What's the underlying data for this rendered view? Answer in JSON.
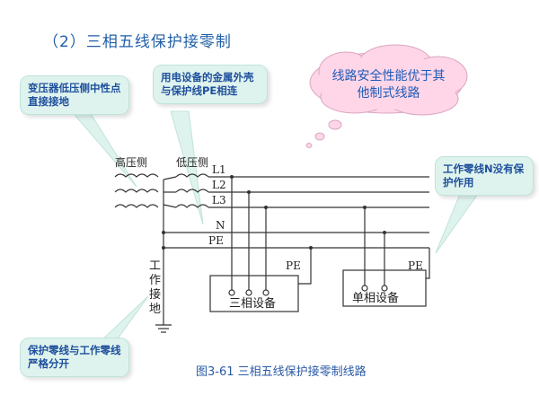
{
  "title": "（2）三相五线保护接零制",
  "callouts": {
    "neutral_ground": "变压器低压侧中性点直接接地",
    "shell_pe": "用电设备的金属外壳与保护线PE相连",
    "no_protect": "工作零线N没有保护作用",
    "separate": "保护零线与工作零线严格分开"
  },
  "cloud": "线路安全性能优于其他制式线路",
  "labels": {
    "high_side": "高压侧",
    "low_side": "低压侧",
    "l1": "L1",
    "l2": "L2",
    "l3": "L3",
    "n": "N",
    "pe": "PE",
    "work_ground": "工作接地",
    "pe_three": "PE",
    "pe_single": "PE",
    "three_phase_equipment": "三相设备",
    "single_phase_equipment": "单相设备"
  },
  "caption": "图3-61  三相五线保护接零制线路",
  "colors": {
    "callout_bg": "#dff3ee",
    "callout_text": "#1e4f9c",
    "cloud_bg": "#ffd6e8",
    "title": "#1f5fa8"
  }
}
